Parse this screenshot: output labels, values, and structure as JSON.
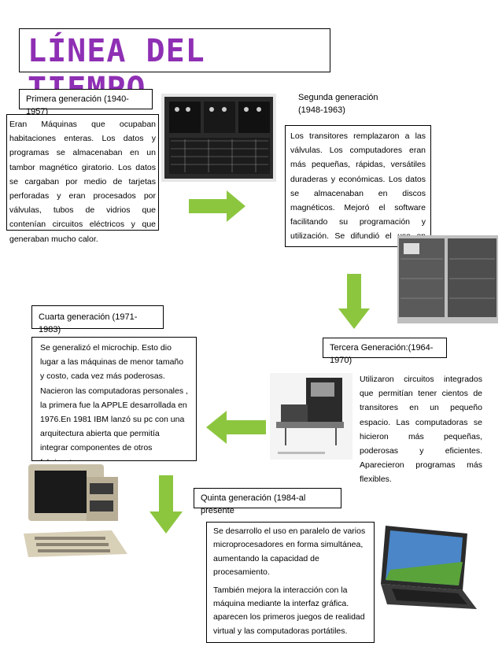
{
  "title": "LÍNEA DEL TIEMPO",
  "generations": {
    "g1": {
      "label": "Primera generación (1940-1957)",
      "text": "Eran Máquinas que ocupaban habitaciones enteras. Los datos y programas se almacenaban en un tambor magnético giratorio. Los datos se cargaban por medio de tarjetas perforadas y eran procesados por válvulas, tubos de vidrios que contenían circuitos eléctricos y que generaban mucho calor."
    },
    "g2": {
      "label": "Segunda generación (1948-1963)",
      "text": "Los transitores remplazaron a las válvulas. Los computadores eran más pequeñas, rápidas, versátiles duraderas y económicas. Los datos se almacenaban en discos magnéticos. Mejoró el software facilitando su programación y utilización. Se difundió el uso en empresas."
    },
    "g3": {
      "label": "Tercera Generación:(1964-1970)",
      "text": "Utilizaron circuitos integrados que permitían tener cientos de transitores en un pequeño espacio. Las computadoras se hicieron más pequeñas, poderosas y eficientes. Aparecieron programas más flexibles."
    },
    "g4": {
      "label": "Cuarta generación (1971-1983)",
      "text": "Se generalizó el microchip. Esto dio lugar a las máquinas de menor tamaño y costo, cada vez más poderosas. Nacieron las computadoras personales , la primera fue la APPLE desarrollada en 1976.En 1981 IBM lanzó su pc con una arquitectura abierta que permitía integrar componentes de otros fabricantes ."
    },
    "g5": {
      "label": "Quinta generación (1984-al presente",
      "text_1": "Se desarrollo el uso en paralelo de varios microprocesadores en forma simultánea, aumentando la capacidad de procesamiento.",
      "text_2": "También mejora la interacción con la máquina mediante la interfaz gráfica. aparecen los primeros juegos de realidad virtual y las computadoras portátiles."
    }
  },
  "colors": {
    "title": "#8e2fb4",
    "arrow": "#8cc63f"
  }
}
